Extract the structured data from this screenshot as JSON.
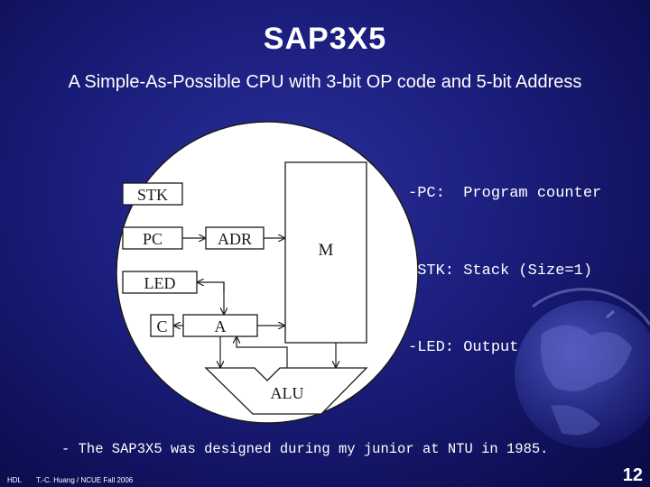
{
  "title": "SAP3X5",
  "subtitle": "A Simple-As-Possible CPU with 3-bit OP code and 5-bit Address",
  "legend": [
    "-PC:  Program counter",
    "-STK: Stack (Size=1)",
    "-LED: Output"
  ],
  "diagram": {
    "blocks": {
      "stk": "STK",
      "pc": "PC",
      "adr": "ADR",
      "led": "LED",
      "c": "C",
      "a": "A",
      "m": "M",
      "alu": "ALU"
    }
  },
  "note": "- The SAP3X5 was designed during my junior at NTU in 1985.",
  "footer": {
    "course": "HDL",
    "author": "T.-C. Huang / NCUE  Fall 2006",
    "page": "12"
  },
  "colors": {
    "background": "#1a1d7a",
    "text": "#ffffff",
    "circle_fill": "#ffffff",
    "block_fill": "#ffffff"
  }
}
